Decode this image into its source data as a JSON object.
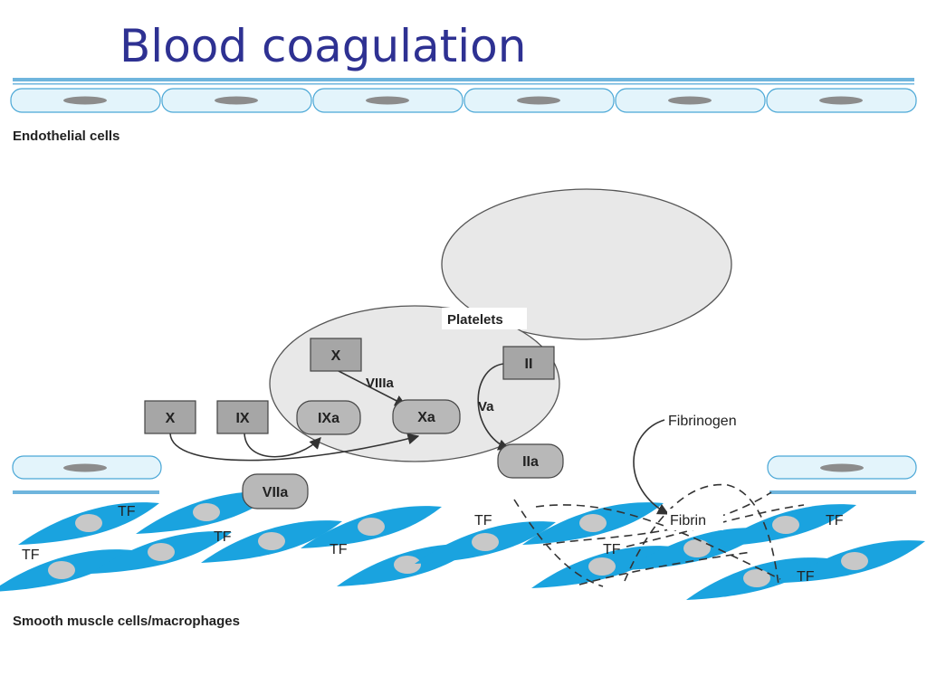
{
  "title": "Blood coagulation",
  "labels": {
    "endothelial_cells": "Endothelial cells",
    "platelets": "Platelets",
    "smooth_muscle": "Smooth muscle cells/macrophages",
    "fibrinogen": "Fibrinogen",
    "fibrin": "Fibrin",
    "cofactor_viiia": "VIIIa",
    "cofactor_va": "Va",
    "tf": "TF"
  },
  "factors": {
    "x_plasma": "X",
    "ix": "IX",
    "x_platelet": "X",
    "ii": "II",
    "viia": "VIIa",
    "ixa": "IXa",
    "xa": "Xa",
    "iia": "IIa"
  },
  "colors": {
    "title": "#2e3192",
    "rule": "#6fb5dd",
    "endothelial_fill": "#e3f4fb",
    "endothelial_border": "#4aa7d6",
    "nucleus": "#8c8c8c",
    "smooth_muscle": "#1aa3df",
    "smooth_muscle_nucleus": "#c8c8c8",
    "platelet": "#e8e8e8",
    "factor_inactive": "#a6a6a6",
    "factor_active": "#b8b8b8"
  }
}
